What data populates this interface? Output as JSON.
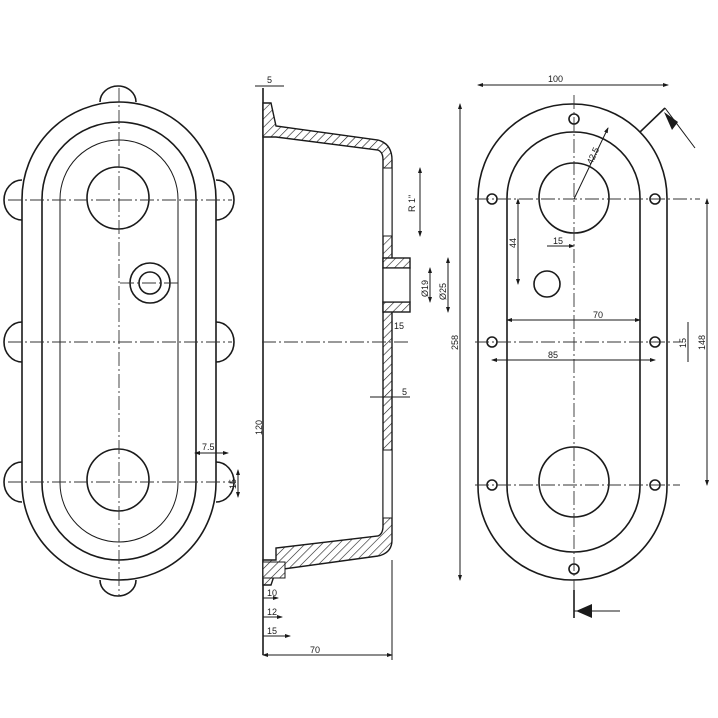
{
  "drawing": {
    "section_view": {
      "dims": {
        "flange_thickness": "5",
        "thread": "R 1\"",
        "bore": "Ø19",
        "boss_dia": "Ø25",
        "boss_len": "15",
        "wall": "5",
        "height": "120",
        "d10": "10",
        "d12": "12",
        "d15": "15",
        "depth": "70"
      }
    },
    "front_view": {
      "dims": {
        "lug_width": "7.5",
        "lug_height": "15"
      }
    },
    "rear_view": {
      "dims": {
        "width": "100",
        "length": "258",
        "radius": "42.5",
        "offset_y": "44",
        "offset_x": "15",
        "inner_width": "70",
        "hole_spacing": "85",
        "slot": "15",
        "center_distance": "148"
      }
    },
    "colors": {
      "line": "#1a1a1a",
      "background": "#ffffff"
    }
  }
}
